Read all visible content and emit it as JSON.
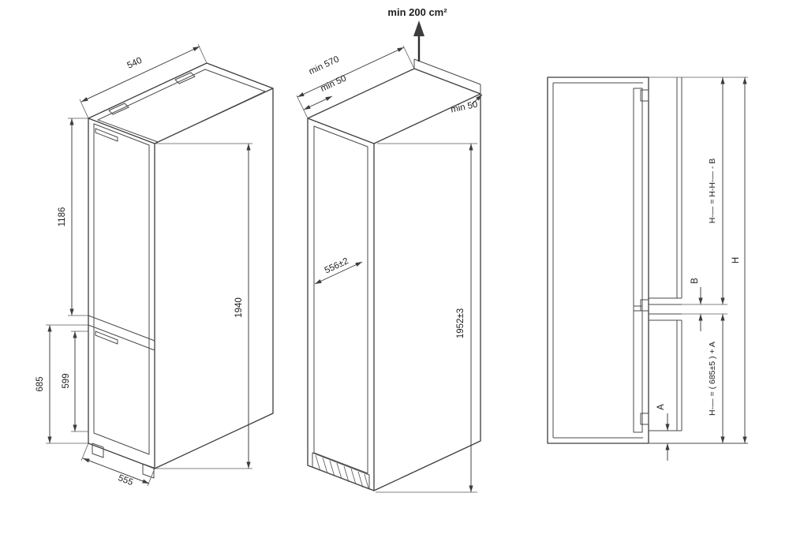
{
  "left_view": {
    "width_top": "540",
    "upper_door_height": "1186",
    "lower_section_height": "685",
    "lower_door_height": "599",
    "total_height": "1940",
    "depth_bottom": "555"
  },
  "middle_view": {
    "vent_area": "min 200 cm²",
    "top_depth": "min 570",
    "top_gap": "min 50",
    "rear_top_gap": "min 50",
    "inner_depth": "556±2",
    "niche_height": "1952±3"
  },
  "right_view": {
    "label_b": "B",
    "label_a": "A",
    "label_h": "H",
    "formula_upper": "H-— = H-H-— - B",
    "formula_lower": "H-— = ( 685±5 ) + A"
  }
}
